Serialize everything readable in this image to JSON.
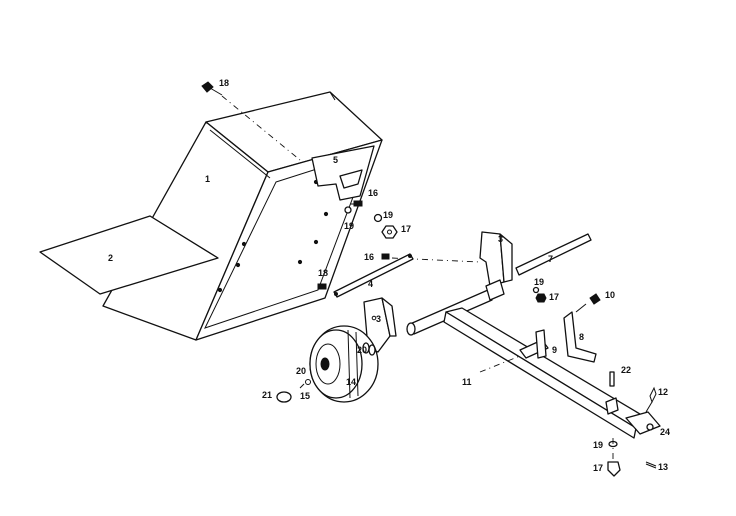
{
  "callouts": [
    "18",
    "1",
    "2",
    "5",
    "16",
    "19",
    "19",
    "17",
    "3",
    "7",
    "16",
    "18",
    "4",
    "19",
    "17",
    "10",
    "3",
    "8",
    "9",
    "20",
    "20",
    "14",
    "21",
    "15",
    "22",
    "11",
    "12",
    "24",
    "19",
    "17",
    "13"
  ]
}
